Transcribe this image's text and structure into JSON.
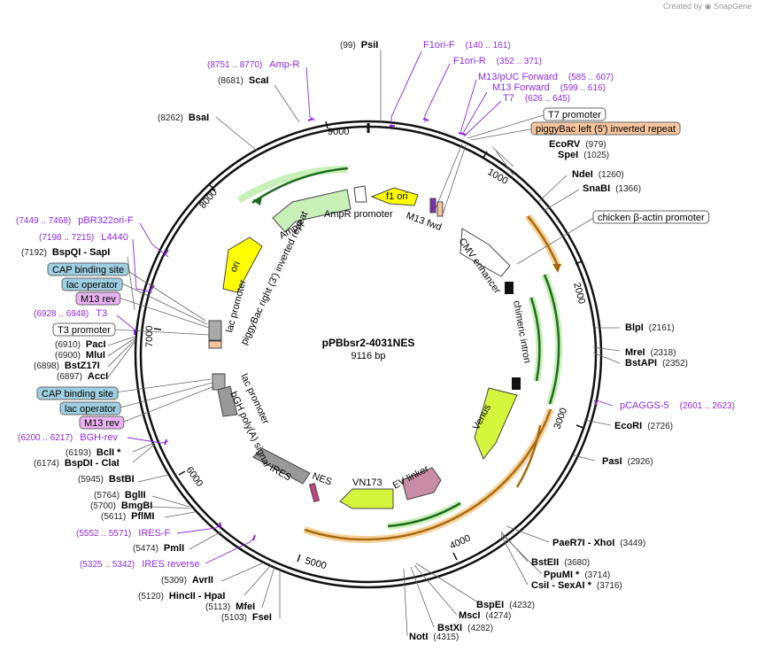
{
  "credit": {
    "prefix": "Created by",
    "brand": "SnapGene"
  },
  "plasmid": {
    "name": "pPBbsr2-4031NES",
    "size": "9116 bp"
  },
  "ticks": [
    "1000",
    "2000",
    "3000",
    "4000",
    "5000",
    "6000",
    "7000",
    "8000",
    "9000"
  ],
  "features": [
    "f1 ori",
    "AmpR promoter",
    "AmpR",
    "ori",
    "piggyBac right (3') inverted repeat",
    "lac promoter",
    "bGH poly(A) signal",
    "lac promoter",
    "IRES",
    "NES",
    "VN173",
    "EV linker",
    "Venus",
    "chimeric intron",
    "CMV enhancer",
    "M13 fwd"
  ],
  "sites": [
    {
      "pos": "(99)",
      "name": "PsiI"
    },
    {
      "pos": "(8681)",
      "name": "ScaI"
    },
    {
      "pos": "(8262)",
      "name": "BsaI"
    },
    {
      "pos": "(7192)",
      "name": "BspQI  -  SapI"
    },
    {
      "pos": "(6910)",
      "name": "PacI"
    },
    {
      "pos": "(6900)",
      "name": "MluI"
    },
    {
      "pos": "(6898)",
      "name": "BstZ17I"
    },
    {
      "pos": "(6897)",
      "name": "AccI"
    },
    {
      "pos": "(6193)",
      "name": "BclI *"
    },
    {
      "pos": "(6174)",
      "name": "BspDI  -  ClaI"
    },
    {
      "pos": "(5945)",
      "name": "BstBI"
    },
    {
      "pos": "(5764)",
      "name": "BglII"
    },
    {
      "pos": "(5700)",
      "name": "BmgBI"
    },
    {
      "pos": "(5611)",
      "name": "PflMI"
    },
    {
      "pos": "(5474)",
      "name": "PmlI"
    },
    {
      "pos": "(5309)",
      "name": "AvrII"
    },
    {
      "pos": "(5120)",
      "name": "HincII  -  HpaI"
    },
    {
      "pos": "(5113)",
      "name": "MfeI"
    },
    {
      "pos": "(5103)",
      "name": "FseI"
    },
    {
      "pos": "(979)",
      "name": "EcoRV"
    },
    {
      "pos": "(1025)",
      "name": "SpeI"
    },
    {
      "pos": "(1260)",
      "name": "NdeI"
    },
    {
      "pos": "(1366)",
      "name": "SnaBI"
    },
    {
      "pos": "(2161)",
      "name": "BlpI"
    },
    {
      "pos": "(2318)",
      "name": "MreI"
    },
    {
      "pos": "(2352)",
      "name": "BstAPI"
    },
    {
      "pos": "(2726)",
      "name": "EcoRI"
    },
    {
      "pos": "(2926)",
      "name": "PasI"
    },
    {
      "pos": "(3449)",
      "name": "PaeR7I  -  XhoI"
    },
    {
      "pos": "(3680)",
      "name": "BstEII"
    },
    {
      "pos": "(3714)",
      "name": "PpuMI *"
    },
    {
      "pos": "(3716)",
      "name": "CsiI  -  SexAI *"
    },
    {
      "pos": "(4232)",
      "name": "BspEI"
    },
    {
      "pos": "(4274)",
      "name": "MscI"
    },
    {
      "pos": "(4282)",
      "name": "BstXI"
    },
    {
      "pos": "(4315)",
      "name": "NotI"
    }
  ],
  "primers": [
    {
      "name": "F1ori-F",
      "range": "(140 .. 161)"
    },
    {
      "name": "F1ori-R",
      "range": "(352 .. 371)"
    },
    {
      "name": "M13/pUC Forward",
      "range": "(585 .. 607)"
    },
    {
      "name": "M13 Forward",
      "range": "(599 .. 616)"
    },
    {
      "name": "T7",
      "range": "(626 .. 645)"
    },
    {
      "name": "Amp-R",
      "range": "(8751 .. 8770)"
    },
    {
      "name": "pBR322ori-F",
      "range": "(7449 .. 7468)"
    },
    {
      "name": "L4440",
      "range": "(7198 .. 7215)"
    },
    {
      "name": "T3",
      "range": "(6928 .. 6948)"
    },
    {
      "name": "BGH-rev",
      "range": "(6200 .. 6217)"
    },
    {
      "name": "IRES-F",
      "range": "(5552 .. 5571)"
    },
    {
      "name": "IRES reverse",
      "range": "(5325 .. 5342)"
    },
    {
      "name": "pCAGGS-5",
      "range": "(2601 .. 2623)"
    }
  ],
  "boxes": [
    {
      "label": "T7 promoter",
      "color": "#ffffff"
    },
    {
      "label": "piggyBac left (5') inverted repeat",
      "color": "#f7c59f"
    },
    {
      "label": "chicken β-actin promoter",
      "color": "#ffffff"
    },
    {
      "label": "CAP binding site",
      "color": "#9fcfe0"
    },
    {
      "label": "lac operator",
      "color": "#9fcfe0"
    },
    {
      "label": "M13 rev",
      "color": "#e9b3f0"
    },
    {
      "label": "T3 promoter",
      "color": "#ffffff"
    },
    {
      "label": "CAP binding site",
      "color": "#9fcfe0"
    },
    {
      "label": "lac operator",
      "color": "#9fcfe0"
    },
    {
      "label": "M13 rev",
      "color": "#e9b3f0"
    }
  ]
}
